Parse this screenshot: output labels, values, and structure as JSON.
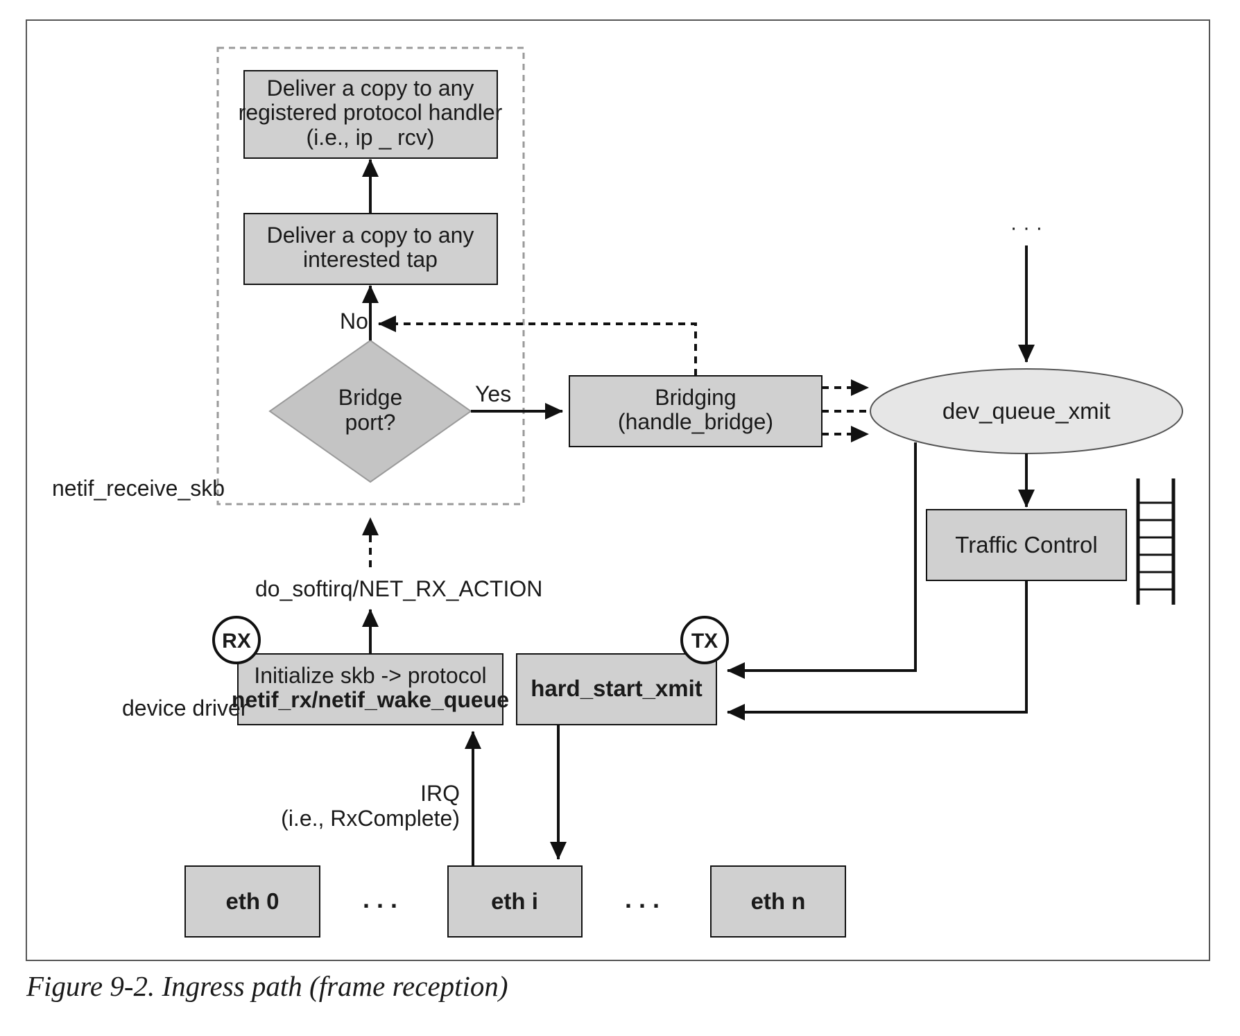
{
  "diagram": {
    "boxes": {
      "deliver_handler": [
        "Deliver a copy to any",
        "registered protocol handler",
        "(i.e., ip _ rcv)"
      ],
      "deliver_tap": [
        "Deliver a copy to any",
        "interested tap"
      ],
      "bridge_port": [
        "Bridge",
        "port?"
      ],
      "bridging": [
        "Bridging",
        "(handle_bridge)"
      ],
      "dev_queue_xmit": "dev_queue_xmit",
      "traffic_control": "Traffic Control",
      "init_skb": [
        "Initialize skb -> protocol",
        "netif_rx/netif_wake_queue"
      ],
      "hard_start_xmit": "hard_start_xmit",
      "eth0": "eth 0",
      "ethi": "eth i",
      "ethn": "eth n"
    },
    "labels": {
      "no": "No",
      "yes": "Yes",
      "netif_receive_skb": "netif_receive_skb",
      "do_softirq": "do_softirq/NET_RX_ACTION",
      "device_driver": "device driver",
      "irq": [
        "IRQ",
        "(i.e., RxComplete)"
      ],
      "ellipsis_top": "· · ·",
      "ellipsis_1": ". . .",
      "ellipsis_2": ". . ."
    },
    "badges": {
      "rx": "RX",
      "tx": "TX"
    },
    "colors": {
      "box_fill": "#d0d0d0",
      "stroke": "#111111",
      "dashed_group": "#9a9a9a",
      "ellipse_fill": "#e6e6e6"
    }
  },
  "caption": "Figure 9-2. Ingress path (frame reception)"
}
